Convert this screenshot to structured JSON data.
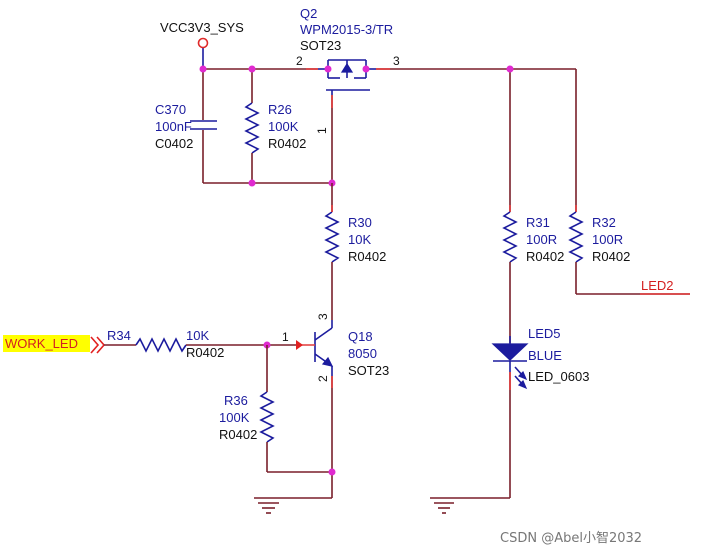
{
  "power": {
    "vcc_label": "VCC3V3_SYS"
  },
  "q2": {
    "ref": "Q2",
    "value": "WPM2015-3/TR",
    "package": "SOT23",
    "pin_left": "2",
    "pin_right": "3",
    "pin_bottom": "1"
  },
  "c370": {
    "ref": "C370",
    "value": "100nF",
    "package": "C0402"
  },
  "r26": {
    "ref": "R26",
    "value": "100K",
    "package": "R0402"
  },
  "r30": {
    "ref": "R30",
    "value": "10K",
    "package": "R0402"
  },
  "r31": {
    "ref": "R31",
    "value": "100R",
    "package": "R0402"
  },
  "r32": {
    "ref": "R32",
    "value": "100R",
    "package": "R0402"
  },
  "r34": {
    "ref": "R34",
    "value": "10K",
    "package": "R0402"
  },
  "r36": {
    "ref": "R36",
    "value": "100K",
    "package": "R0402"
  },
  "q18": {
    "ref": "Q18",
    "value": "8050",
    "package": "SOT23",
    "pin_base": "1",
    "pin_collector": "3",
    "pin_emitter": "2"
  },
  "led5": {
    "ref": "LED5",
    "value": "BLUE",
    "package": "LED_0603"
  },
  "nets": {
    "work_led": "WORK_LED",
    "led2": "LED2"
  },
  "watermark": "CSDN @Abel小智2032",
  "colors": {
    "wire": "#7a1f2a",
    "component": "#1c1c9e",
    "junction": "#e02ad0",
    "net_label": "#d42020",
    "highlight": "#ffff00"
  }
}
